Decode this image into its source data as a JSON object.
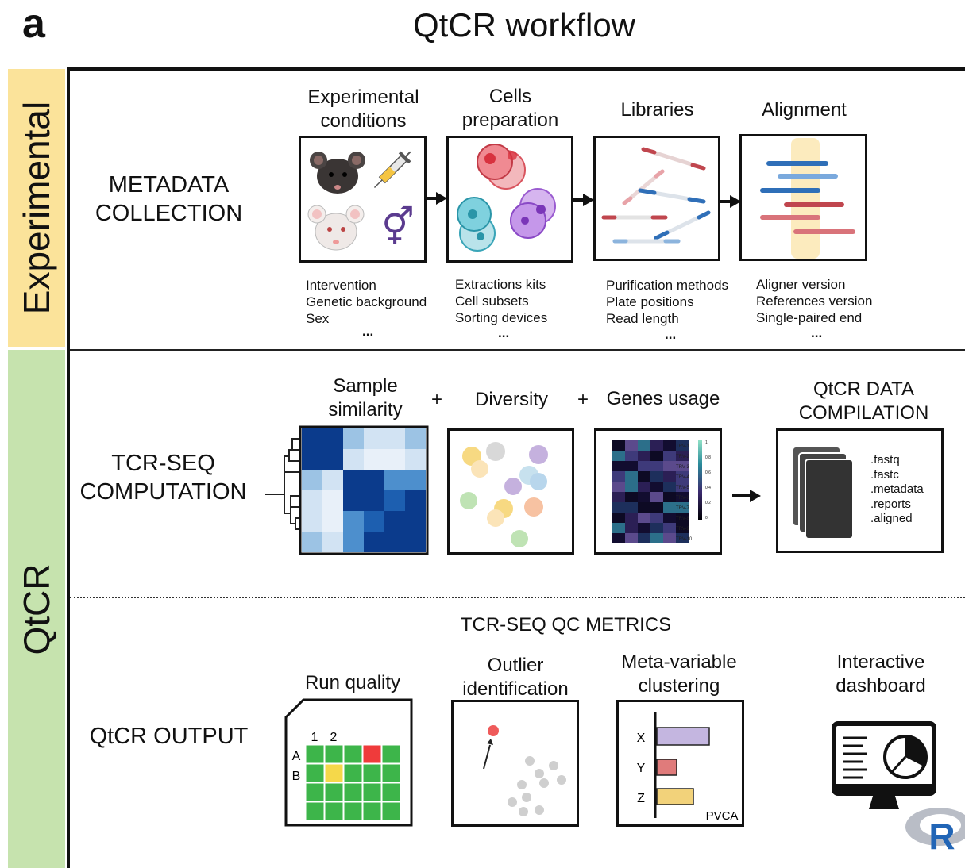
{
  "panel_letter": "a",
  "title": "QtCR workflow",
  "bands": {
    "experimental": "Experimental",
    "qtcr": "QtCR"
  },
  "row1": {
    "label_line1": "METADATA",
    "label_line2": "COLLECTION",
    "steps": [
      {
        "h1": "Experimental",
        "h2": "conditions",
        "notes": [
          "Intervention",
          "Genetic background",
          "Sex"
        ],
        "dots": "..."
      },
      {
        "h1": "Cells",
        "h2": "preparation",
        "notes": [
          "Extractions kits",
          "Cell subsets",
          "Sorting devices"
        ],
        "dots": "..."
      },
      {
        "h1": "Libraries",
        "h2": "",
        "notes": [
          "Purification methods",
          "Plate positions",
          "Read length"
        ],
        "dots": "..."
      },
      {
        "h1": "Alignment",
        "h2": "",
        "notes": [
          "Aligner version",
          "References version",
          "Single-paired end"
        ],
        "dots": "..."
      }
    ],
    "sex_symbol": "⚥"
  },
  "row2": {
    "label_line1": "TCR-SEQ",
    "label_line2": "COMPUTATION",
    "h_sample1": "Sample",
    "h_sample2": "similarity",
    "plus": "+",
    "h_diversity": "Diversity",
    "h_genes": "Genes usage",
    "h_comp1": "QtCR DATA",
    "h_comp2": "COMPILATION",
    "genes": [
      "TRV-1",
      "TRV-2",
      "TRV-3",
      "TRV-4",
      "TRV-5",
      "TRV-6",
      "TRV-7",
      "TRV-8",
      "TRV-9",
      "TRV-10"
    ],
    "scale": [
      "1",
      "0.8",
      "0.6",
      "0.4",
      "0.2",
      "0"
    ],
    "files": [
      ".fastq",
      ".fastc",
      ".metadata",
      ".reports",
      ".aligned"
    ]
  },
  "row3": {
    "metrics_title": "TCR-SEQ QC METRICS",
    "label": "QtCR OUTPUT",
    "h_run": "Run quality",
    "h_out1": "Outlier",
    "h_out2": "identification",
    "h_meta1": "Meta-variable",
    "h_meta2": "clustering",
    "h_dash1": "Interactive",
    "h_dash2": "dashboard",
    "plate_cols": [
      "1",
      "2"
    ],
    "plate_rows": [
      "A",
      "B"
    ],
    "bars": [
      "X",
      "Y",
      "Z"
    ],
    "pvca": "PVCA",
    "r_logo": "R"
  },
  "colors": {
    "experimental_band": "#fbe39a",
    "qtcr_band": "#c6e3ae",
    "heat_dark": "#0b3b8c",
    "plate_green": "#3db54a",
    "plate_red": "#ef3b3b",
    "plate_yellow": "#f5d84a"
  }
}
